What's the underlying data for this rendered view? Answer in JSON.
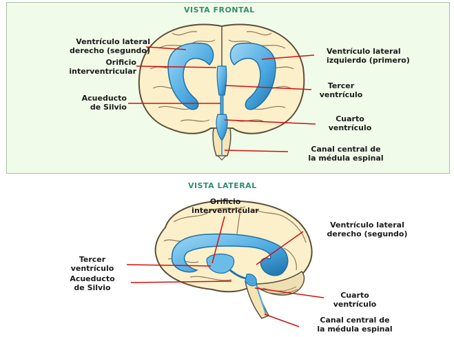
{
  "frontal": {
    "title": "VISTA FRONTAL",
    "labels": {
      "lat_right_1": "Ventrículo lateral",
      "lat_right_2": "derecho (segundo)",
      "orif_1": "Orificio",
      "orif_2": "interventricular",
      "acue_1": "Acueducto",
      "acue_2": "de Silvio",
      "lat_left_1": "Ventrículo lateral",
      "lat_left_2": "izquierdo (primero)",
      "third_1": "Tercer",
      "third_2": "ventrículo",
      "fourth_1": "Cuarto",
      "fourth_2": "ventrículo",
      "canal_1": "Canal central de",
      "canal_2": "la médula espinal"
    }
  },
  "lateral": {
    "title": "VISTA LATERAL",
    "labels": {
      "orif_1": "Orificio",
      "orif_2": "interventricular",
      "lat_right_1": "Ventrículo lateral",
      "lat_right_2": "derecho (segundo)",
      "third_1": "Tercer",
      "third_2": "ventrículo",
      "acue_1": "Acueducto",
      "acue_2": "de Silvio",
      "fourth_1": "Cuarto",
      "fourth_2": "ventrículo",
      "canal_1": "Canal central de",
      "canal_2": "la médula espinal"
    }
  },
  "colors": {
    "panel_bg": "#f1fbe9",
    "brain_fill": "#fbf0c9",
    "brain_stroke": "#5a4d3a",
    "ventricle": "#58b4e6",
    "ventricle_dark": "#1e6fa8",
    "leader_line": "#d01010",
    "title": "#2f8f6b"
  }
}
